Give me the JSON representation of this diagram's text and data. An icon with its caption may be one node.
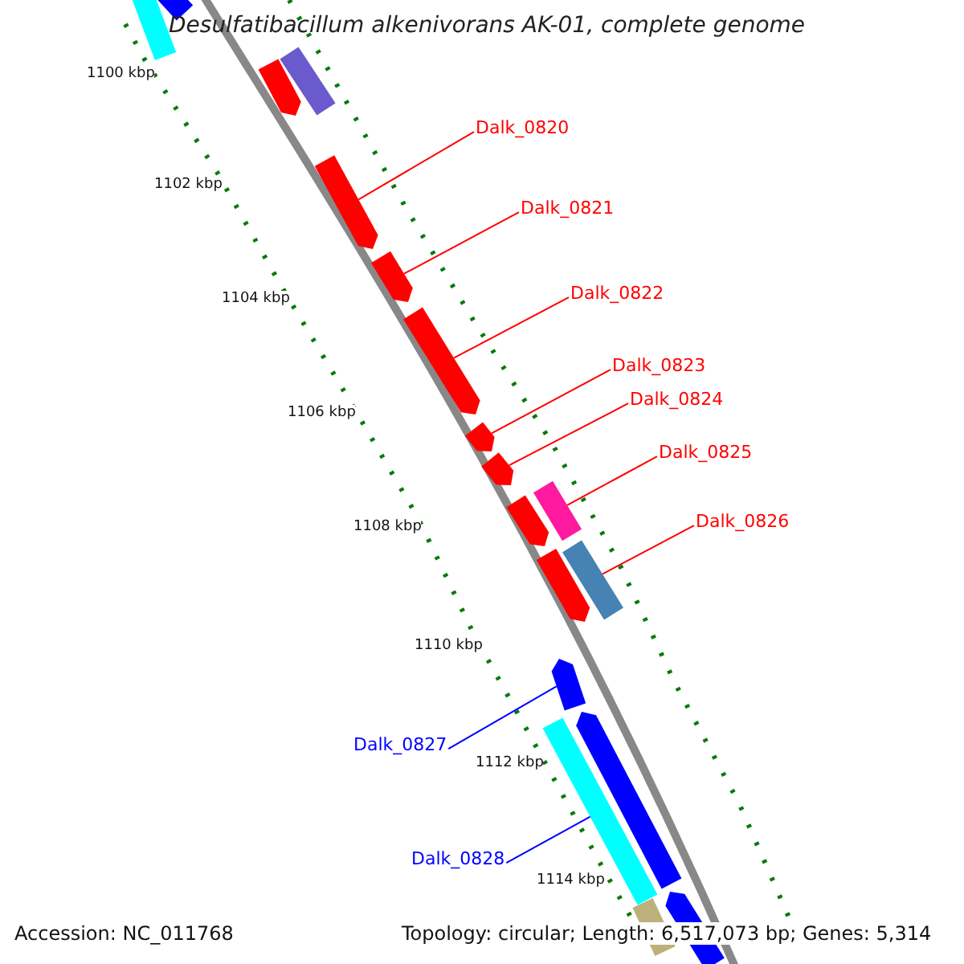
{
  "diagram": {
    "title": "Desulfatibacillum alkenivorans AK-01, complete genome",
    "nodes": [
      {
        "text": [
          "Dalk_0820"
        ]
      },
      {
        "text": [],
        "shape": "bar"
      },
      {
        "text": [
          "Dalk_0821"
        ]
      },
      {
        "text": [],
        "shape": "bar"
      },
      {
        "text": [
          "Dalk_0822"
        ]
      },
      {
        "text": [],
        "shape": "bar"
      },
      {
        "text": [
          "Dalk_0823"
        ]
      },
      {
        "text": [],
        "shape": "bar"
      },
      {
        "text": [
          "Dalk_0824"
        ]
      },
      {
        "text": [],
        "shape": "bar"
      },
      {
        "text": [
          "Dalk_0825"
        ]
      },
      {
        "text": [],
        "shape": "bar"
      },
      {
        "text": [
          "Dalk_0826"
        ]
      },
      {
        "text": [],
        "shape": "bar"
      },
      {
        "text": [
          "Dalk_0827"
        ]
      },
      {
        "text": [],
        "shape": "bar"
      },
      {
        "text": [
          "Dalk_0828"
        ]
      },
      {
        "text": [],
        "shape": "bar"
      },
      {
        "text": [],
        "shape": "bar"
      },
      {
        "text": [],
        "shape": "bar"
      },
      {
        "text": [],
        "shape": "bar"
      },
      {
        "text": [],
        "shape": "bar"
      },
      {
        "text": [],
        "shape": "bar"
      },
      {
        "text": [],
        "shape": "bar"
      },
      {
        "text": [],
        "shape": "bar"
      },
      {
        "text": [],
        "shape": "bar"
      },
      {
        "text": [],
        "shape": "bar"
      }
    ],
    "edges": [
      {
        "from": 0,
        "to": 1,
        "arrow": "none"
      },
      {
        "from": 2,
        "to": 3,
        "arrow": "none"
      },
      {
        "from": 4,
        "to": 5,
        "arrow": "none"
      },
      {
        "from": 6,
        "to": 7,
        "arrow": "none"
      },
      {
        "from": 8,
        "to": 9,
        "arrow": "none"
      },
      {
        "from": 10,
        "to": 11,
        "arrow": "none"
      },
      {
        "from": 12,
        "to": 13,
        "arrow": "none"
      },
      {
        "from": 14,
        "to": 15,
        "arrow": "none",
        "color": "#0000ff"
      },
      {
        "from": 16,
        "to": 17,
        "arrow": "none",
        "color": "#0000ff"
      }
    ],
    "labels": [
      "1100 kbp",
      "1102 kbp",
      "1104 kbp",
      "1106 kbp",
      "1108 kbp",
      "1110 kbp",
      "1112 kbp",
      "1114 kbp",
      "Accession: NC_011768",
      "Topology: circular; Length: 6,517,073 bp; Genes: 5,314"
    ]
  }
}
